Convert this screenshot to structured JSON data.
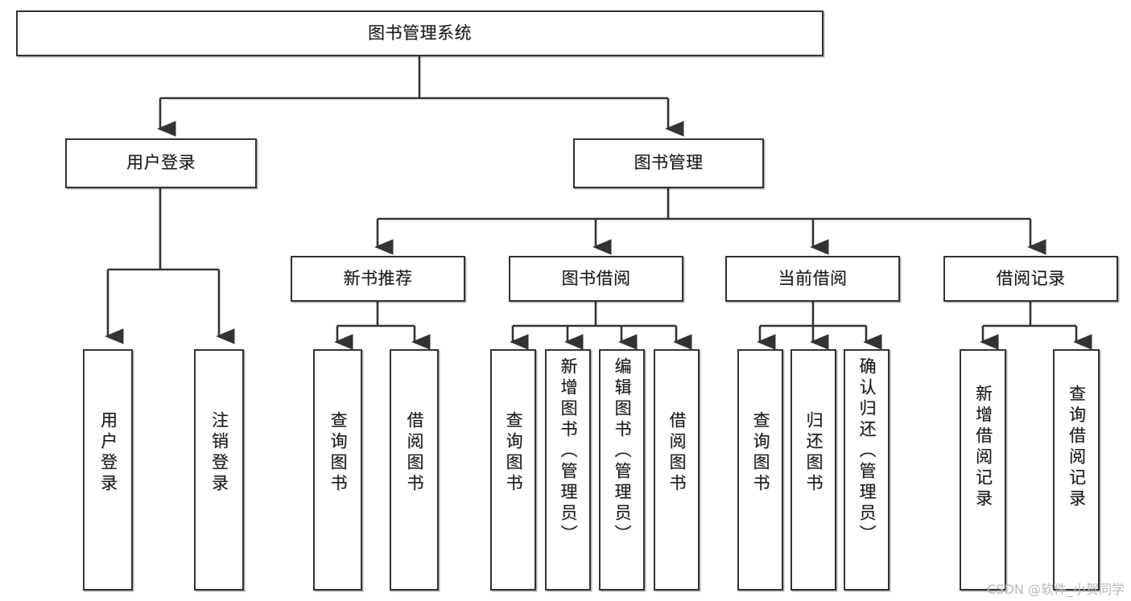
{
  "diagram": {
    "type": "tree-hierarchy-chart",
    "title": "图书管理系统",
    "orientation": "top-down",
    "colors": {
      "box_border": "#333333",
      "box_fill": "#ffffff",
      "connector": "#333333",
      "text": "#1b1b1b",
      "watermark": "#b9b9b9",
      "background": "#ffffff"
    },
    "root": {
      "label": "图书管理系统"
    },
    "level2": [
      {
        "label": "用户登录"
      },
      {
        "label": "图书管理"
      }
    ],
    "level3": [
      {
        "label": "新书推荐"
      },
      {
        "label": "图书借阅"
      },
      {
        "label": "当前借阅"
      },
      {
        "label": "借阅记录"
      }
    ],
    "leaves": {
      "user_login": [
        {
          "label": "用户登录"
        },
        {
          "label": "注销登录"
        }
      ],
      "new_book_recommend": [
        {
          "label": "查询图书"
        },
        {
          "label": "借阅图书"
        }
      ],
      "book_borrow": [
        {
          "label": "查询图书"
        },
        {
          "label": "新增图书（管理员）"
        },
        {
          "label": "编辑图书（管理员）"
        },
        {
          "label": "借阅图书"
        }
      ],
      "current_borrow": [
        {
          "label": "查询图书"
        },
        {
          "label": "归还图书"
        },
        {
          "label": "确认归还（管理员）"
        }
      ],
      "borrow_record": [
        {
          "label": "新增借阅记录"
        },
        {
          "label": "查询借阅记录"
        }
      ]
    }
  },
  "watermark": {
    "text": "CSDN @软件_小贺同学"
  }
}
